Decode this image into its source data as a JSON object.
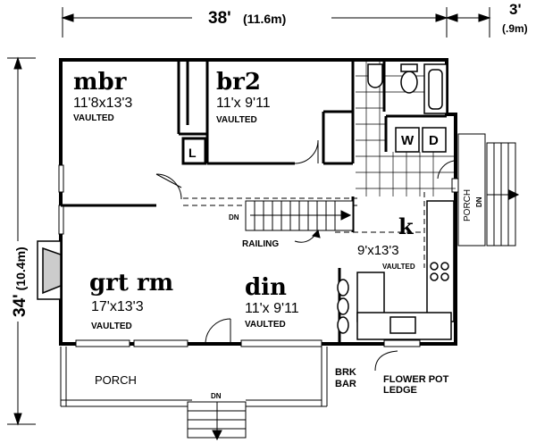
{
  "dimensions": {
    "width_main": "38'",
    "width_main_metric": "(11.6m)",
    "width_porch": "3'",
    "width_porch_metric": "(.9m)",
    "height": "34'",
    "height_metric": "(10.4m)"
  },
  "rooms": {
    "mbr": {
      "name": "mbr",
      "size": "11'8x13'3",
      "note": "VAULTED"
    },
    "br2": {
      "name": "br2",
      "size": "11'x 9'11",
      "note": "VAULTED"
    },
    "kitchen": {
      "name": "k",
      "size": "9'x13'3",
      "note": "VAULTED"
    },
    "great_room": {
      "name": "grt rm",
      "size": "17'x13'3",
      "note": "VAULTED"
    },
    "dining": {
      "name": "din",
      "size": "11'x 9'11",
      "note": "VAULTED"
    }
  },
  "labels": {
    "linen": "L",
    "washer": "W",
    "dryer": "D",
    "railing": "RAILING",
    "stair_down": "DN",
    "front_porch": "PORCH",
    "front_porch_down": "DN",
    "side_porch": "PORCH",
    "side_porch_down": "DN",
    "brk_bar_1": "BRK",
    "brk_bar_2": "BAR",
    "flower_pot_1": "FLOWER POT",
    "flower_pot_2": "LEDGE"
  }
}
